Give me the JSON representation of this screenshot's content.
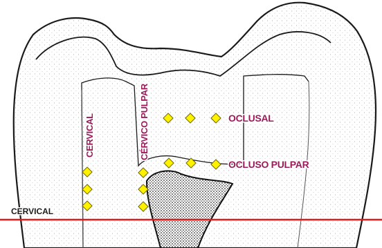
{
  "labels": {
    "cervical_vertical": "CERVICAL",
    "cervico_pulpar": "CÉRVICO PULPAR",
    "oclusal": "OCLUSAL",
    "ocluso_pulpar": "OCLUSO PULPAR",
    "cervical_line": "CERVICAL"
  },
  "colors": {
    "label": "#9a1b5a",
    "cervical_line": "#e01b1b",
    "marker_fill": "#fff200",
    "outline": "#1a1a1a",
    "pulp_fill": "#3a3a3a"
  },
  "icons": {
    "marker": "yellow-diamond-icon"
  }
}
